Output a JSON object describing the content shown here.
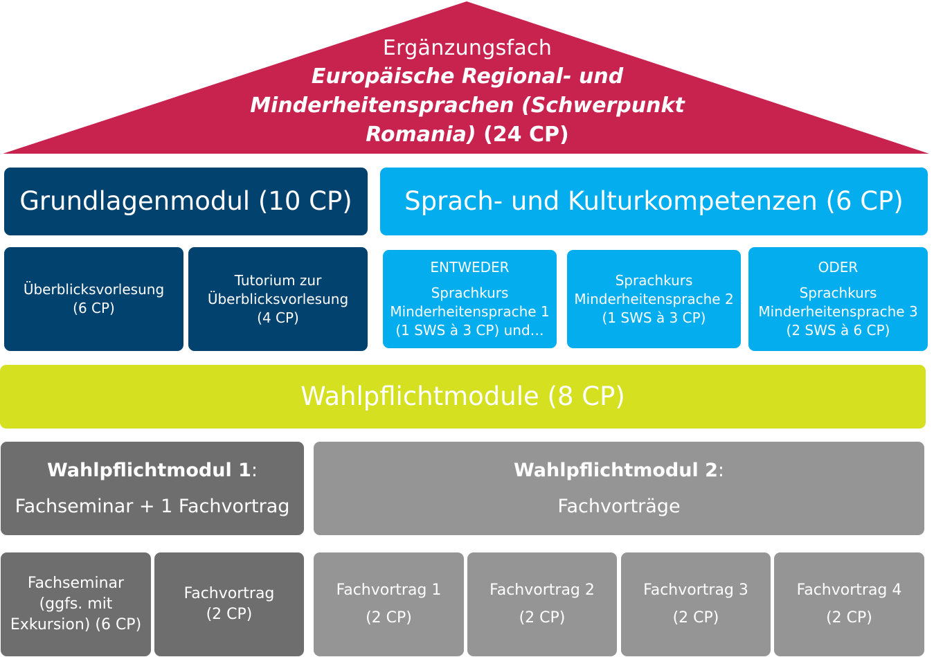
{
  "roof": {
    "subtitle": "Ergänzungsfach",
    "title_lines": [
      "Europäische Regional- und",
      "Minderheitensprachen (Schwerpunkt"
    ],
    "title_last": "Romania)",
    "credits": "(24 CP)",
    "color": "#c8224f"
  },
  "grundlagen": {
    "header": "Grundlagenmodul (10 CP)",
    "items": [
      {
        "lines": [
          "Überblicksvorlesung",
          "(6 CP)"
        ]
      },
      {
        "lines": [
          "Tutorium zur",
          "Überblicksvorlesung",
          "(4 CP)"
        ]
      }
    ],
    "color": "#02426f"
  },
  "sprach": {
    "header": "Sprach- und Kulturkompetenzen (6 CP)",
    "items": [
      {
        "lines": [
          "ENTWEDER",
          "Sprachkurs",
          "Minderheitensprache 1",
          "(1 SWS à 3 CP) und…"
        ]
      },
      {
        "lines": [
          "Sprachkurs",
          "Minderheitensprache 2",
          "(1 SWS à 3 CP)"
        ]
      },
      {
        "lines": [
          "ODER",
          "Sprachkurs",
          "Minderheitensprache 3",
          "(2 SWS à 6 CP)"
        ]
      }
    ],
    "color": "#03adee"
  },
  "wahlpflicht": {
    "header": "Wahlpflichtmodule (8 CP)",
    "color": "#d5e021"
  },
  "wpm1": {
    "title": "Wahlpflichtmodul 1",
    "colon": ":",
    "subtitle": "Fachseminar + 1 Fachvortrag",
    "items": [
      {
        "lines": [
          "Fachseminar",
          "(ggfs. mit",
          "Exkursion) (6 CP)"
        ]
      },
      {
        "lines": [
          "Fachvortrag",
          "(2 CP)"
        ]
      }
    ],
    "color": "#6e6e6e"
  },
  "wpm2": {
    "title": "Wahlpflichtmodul 2",
    "colon": ":",
    "subtitle": "Fachvorträge",
    "items": [
      {
        "lines": [
          "Fachvortrag 1",
          "(2 CP)"
        ]
      },
      {
        "lines": [
          "Fachvortrag 2",
          "(2 CP)"
        ]
      },
      {
        "lines": [
          "Fachvortrag 3",
          "(2 CP)"
        ]
      },
      {
        "lines": [
          "Fachvortrag 4",
          "(2 CP)"
        ]
      }
    ],
    "color": "#959595"
  }
}
